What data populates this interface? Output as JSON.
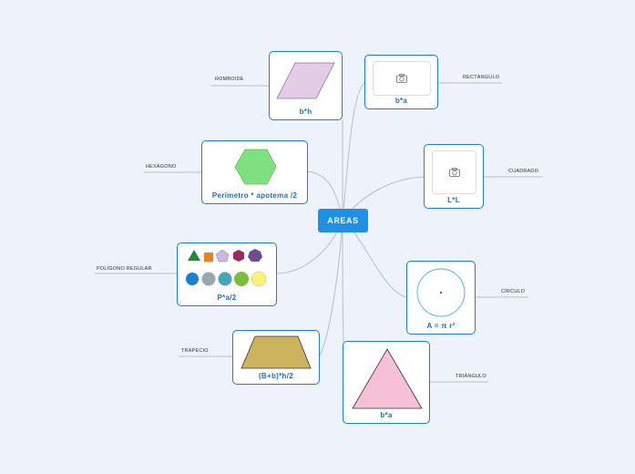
{
  "center": {
    "title": "AREAS"
  },
  "nodes": {
    "romboide": {
      "label": "ROMBOIDE",
      "formula": "b*h"
    },
    "rectangulo": {
      "label": "RECTÁNGULO",
      "formula": "b*a"
    },
    "hexagono": {
      "label": "HEXÁGONO",
      "formula": "Perímetro * apotema /2"
    },
    "cuadrado": {
      "label": "CUADRADO",
      "formula": "L*L"
    },
    "poligono": {
      "label": "POLÍGONO REGULAR",
      "formula": "P*a/2"
    },
    "circulo": {
      "label": "CÍRCULO",
      "formula": "A = π r²"
    },
    "trapecio": {
      "label": "TRAPECIO",
      "formula": "(B+b)*h/2"
    },
    "triangulo": {
      "label": "TRIÁNGULO",
      "formula": "b*a"
    }
  },
  "colors": {
    "accent": "#1e90e6",
    "rhombus": "#e2cce6",
    "hexagon": "#7fe07f",
    "trapezoid": "#cdb35e",
    "triangle": "#f6c0d8",
    "circle_stroke": "#49b3d3"
  },
  "icons": {
    "placeholder": "camera-icon"
  }
}
